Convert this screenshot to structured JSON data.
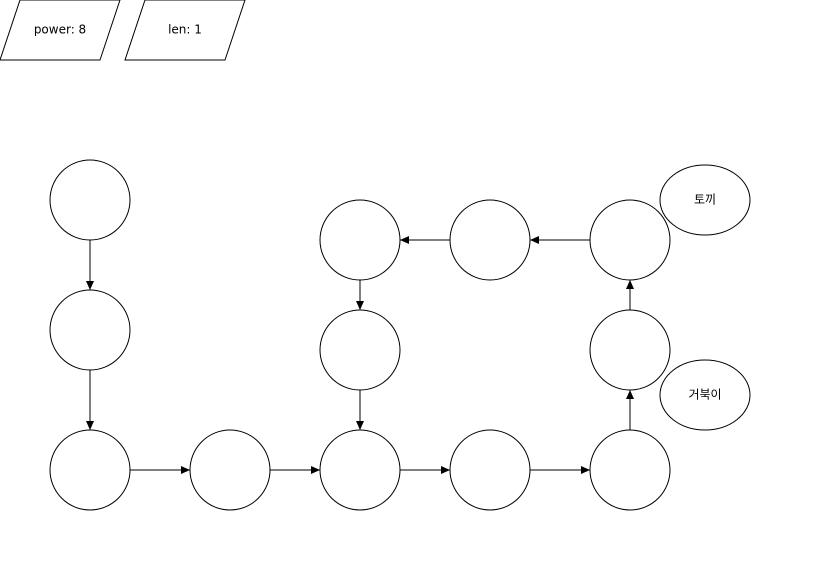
{
  "parallelograms": [
    {
      "id": "power",
      "text": "power: 8"
    },
    {
      "id": "len",
      "text": "len: 1"
    }
  ],
  "nodes": [
    {
      "id": "n1"
    },
    {
      "id": "n2"
    },
    {
      "id": "n3"
    },
    {
      "id": "n4"
    },
    {
      "id": "n5"
    },
    {
      "id": "n6"
    },
    {
      "id": "n7"
    },
    {
      "id": "n8"
    },
    {
      "id": "n9"
    },
    {
      "id": "n10"
    },
    {
      "id": "n11"
    },
    {
      "id": "n12"
    }
  ],
  "edges": [
    {
      "from": "n1",
      "to": "n2"
    },
    {
      "from": "n2",
      "to": "n3"
    },
    {
      "from": "n3",
      "to": "n4"
    },
    {
      "from": "n4",
      "to": "n5"
    },
    {
      "from": "n5",
      "to": "n6"
    },
    {
      "from": "n6",
      "to": "n7"
    },
    {
      "from": "n7",
      "to": "n8"
    },
    {
      "from": "n8",
      "to": "n9"
    },
    {
      "from": "n9",
      "to": "n10"
    },
    {
      "from": "n10",
      "to": "n11"
    },
    {
      "from": "n11",
      "to": "n12"
    },
    {
      "from": "n12",
      "to": "n5"
    }
  ],
  "labels": [
    {
      "id": "rabbit",
      "text": "토끼"
    },
    {
      "id": "turtle",
      "text": "거북이"
    }
  ],
  "colors": {
    "stroke": "#000000",
    "fill": "#ffffff"
  }
}
